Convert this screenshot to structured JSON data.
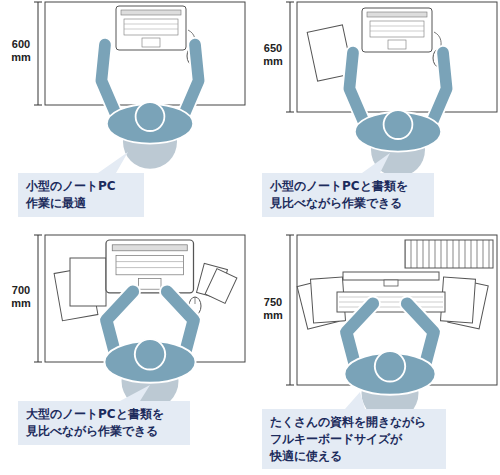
{
  "diagram": {
    "nodes": [
      {
        "text": [
          "小型のノートPC 作業に最適"
        ]
      },
      {
        "text": [
          "小型のノートPCと書類を 見比べながら作業できる"
        ]
      },
      {
        "text": [
          "大型のノートPCと書類を 見比べながら作業できる"
        ]
      },
      {
        "text": [
          "たくさんの資料を開きながら フルキーボードサイズが 快適に使える"
        ]
      }
    ],
    "labels": [
      "600 mm",
      "650 mm",
      "700 mm",
      "750 mm"
    ]
  }
}
